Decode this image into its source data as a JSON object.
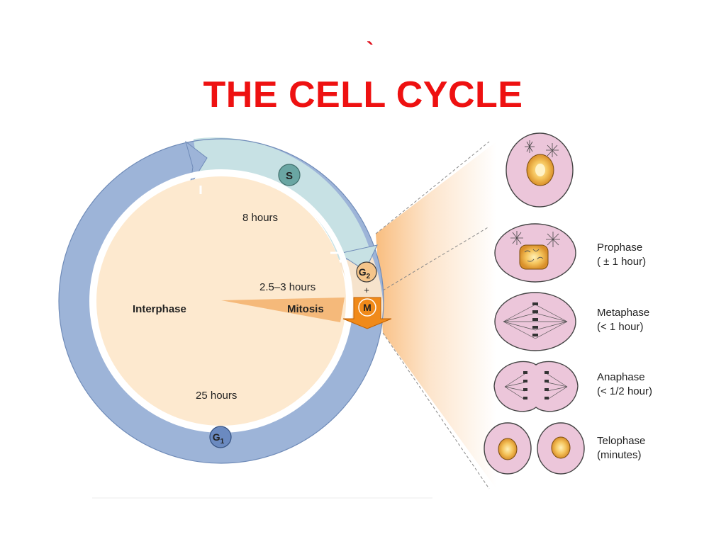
{
  "slide": {
    "mark": "`",
    "title": "THE CELL CYCLE"
  },
  "cycle": {
    "phases": {
      "s": "S",
      "g2": "G",
      "g2_sub": "2",
      "plus": "+",
      "m": "M",
      "g1": "G",
      "g1_sub": "1"
    },
    "durations": {
      "s": "8 hours",
      "g2": "2.5–3 hours",
      "g1": "25 hours"
    },
    "center": {
      "interphase": "Interphase",
      "mitosis": "Mitosis"
    }
  },
  "mitosis_stages": [
    {
      "name": "Prophase",
      "duration": "( ± 1 hour)"
    },
    {
      "name": "Metaphase",
      "duration": "(< 1 hour)"
    },
    {
      "name": "Anaphase",
      "duration": "(< 1/2 hour)"
    },
    {
      "name": "Telophase",
      "duration": "(minutes)"
    }
  ],
  "colors": {
    "title": "#ee1111",
    "g1_ring": "#9db4d8",
    "s_ring": "#c7e1e4",
    "g2_m_ring": "#f6e3cc",
    "interior": "#fde9cf",
    "cell": "#ecc6da",
    "nucleus": "#f0b25a",
    "m_badge": "#f08a1a",
    "s_badge": "#6aa6a3",
    "g1_badge": "#6b8ac0"
  }
}
